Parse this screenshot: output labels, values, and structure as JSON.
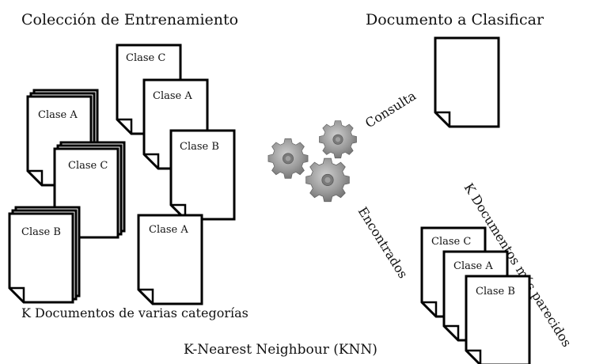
{
  "diagram": {
    "training_title": "Colección  de  Entrenamiento",
    "query_title": "Documento a Clasificar",
    "training_caption": "K  Documentos de varias categorías",
    "method_caption": "K-Nearest  Neighbour (KNN)",
    "query_arrow_label": "Consulta",
    "found_label": "Encontrados",
    "similar_label": "K  Documentos  más  parecidos"
  },
  "documents": {
    "class_a": "Clase A",
    "class_b": "Clase B",
    "class_c": "Clase C"
  },
  "icons": {
    "gears": "gears-icon",
    "document": "document-icon"
  },
  "colors": {
    "gear": "#8c8c8c",
    "stroke": "#000000"
  }
}
